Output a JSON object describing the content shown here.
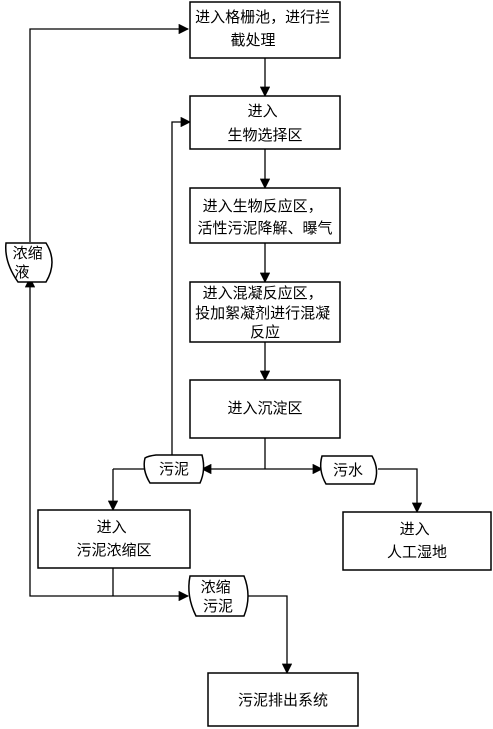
{
  "nodes": {
    "grating": [
      "进入格栅池，进行拦",
      "截处理"
    ],
    "bio_select": [
      "进入",
      "生物选择区"
    ],
    "bio_react": [
      "进入生物反应区，",
      "活性污泥降解、曝气"
    ],
    "coagulation": [
      "进入混凝反应区，",
      "投加絮凝剂进行混凝",
      "反应"
    ],
    "sediment": [
      "进入沉淀区"
    ],
    "sludge_thicken": [
      "进入",
      "污泥浓缩区"
    ],
    "wetland": [
      "进入",
      "人工湿地"
    ],
    "sludge_discharge": [
      "污泥排出系统"
    ]
  },
  "labels": {
    "concentrate": [
      "浓缩",
      "液"
    ],
    "sludge": [
      "污泥"
    ],
    "sewage": [
      "污水"
    ],
    "thickened_sludge": [
      "浓缩",
      "污泥"
    ]
  }
}
